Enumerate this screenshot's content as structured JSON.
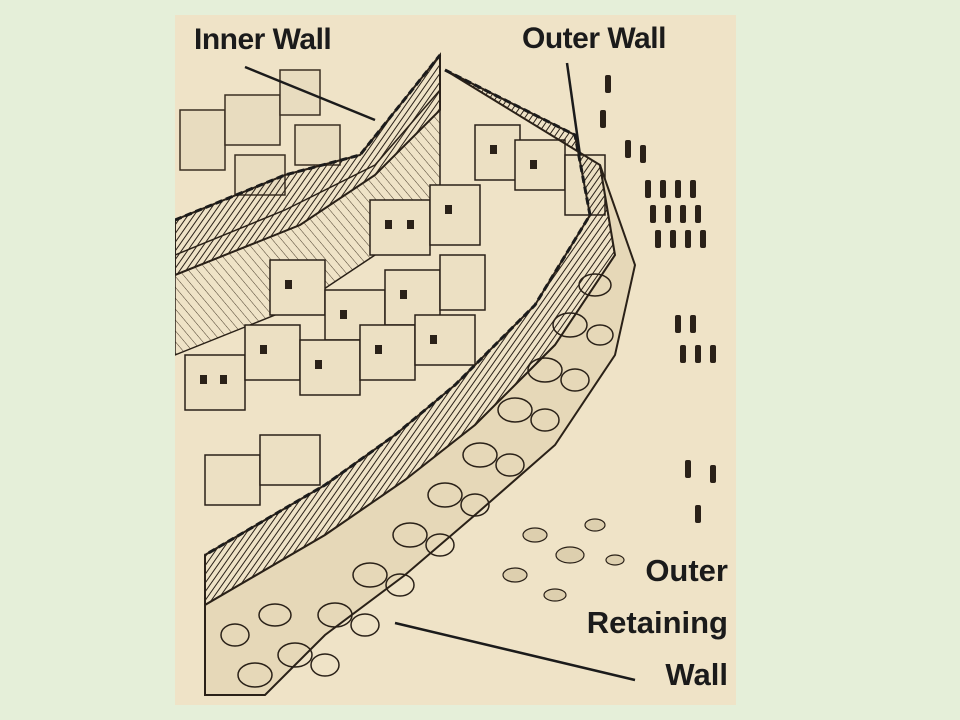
{
  "page": {
    "background_color": "#e5efd9",
    "paper_color": "#efe3c7",
    "ink_color": "#2a2118"
  },
  "figure": {
    "labels": {
      "inner_wall": "Inner Wall",
      "outer_wall": "Outer Wall",
      "outer_retaining_wall": [
        "Outer",
        "Retaining",
        "Wall"
      ]
    }
  }
}
